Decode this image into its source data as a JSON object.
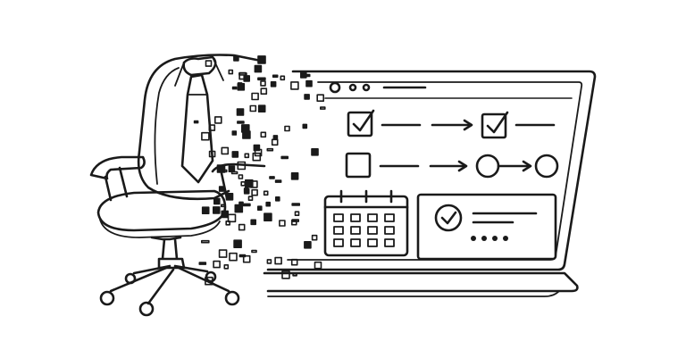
{
  "illustration": {
    "subject": "office-chair-with-tie-dissolving-into-laptop-workflow",
    "colors": {
      "ink": "#1a1a1a",
      "paper": "#ffffff"
    },
    "screen": {
      "window_dots": 3,
      "workflow_rows": [
        {
          "start": "checked-box",
          "end": "checked-box"
        },
        {
          "start": "empty-box",
          "end": "circle-node-chain"
        }
      ],
      "calendar": {
        "rows": 3,
        "cols": 4
      },
      "status_card": {
        "icon": "check-circle-icon",
        "lines": 2,
        "progress_dots": 4
      }
    }
  }
}
